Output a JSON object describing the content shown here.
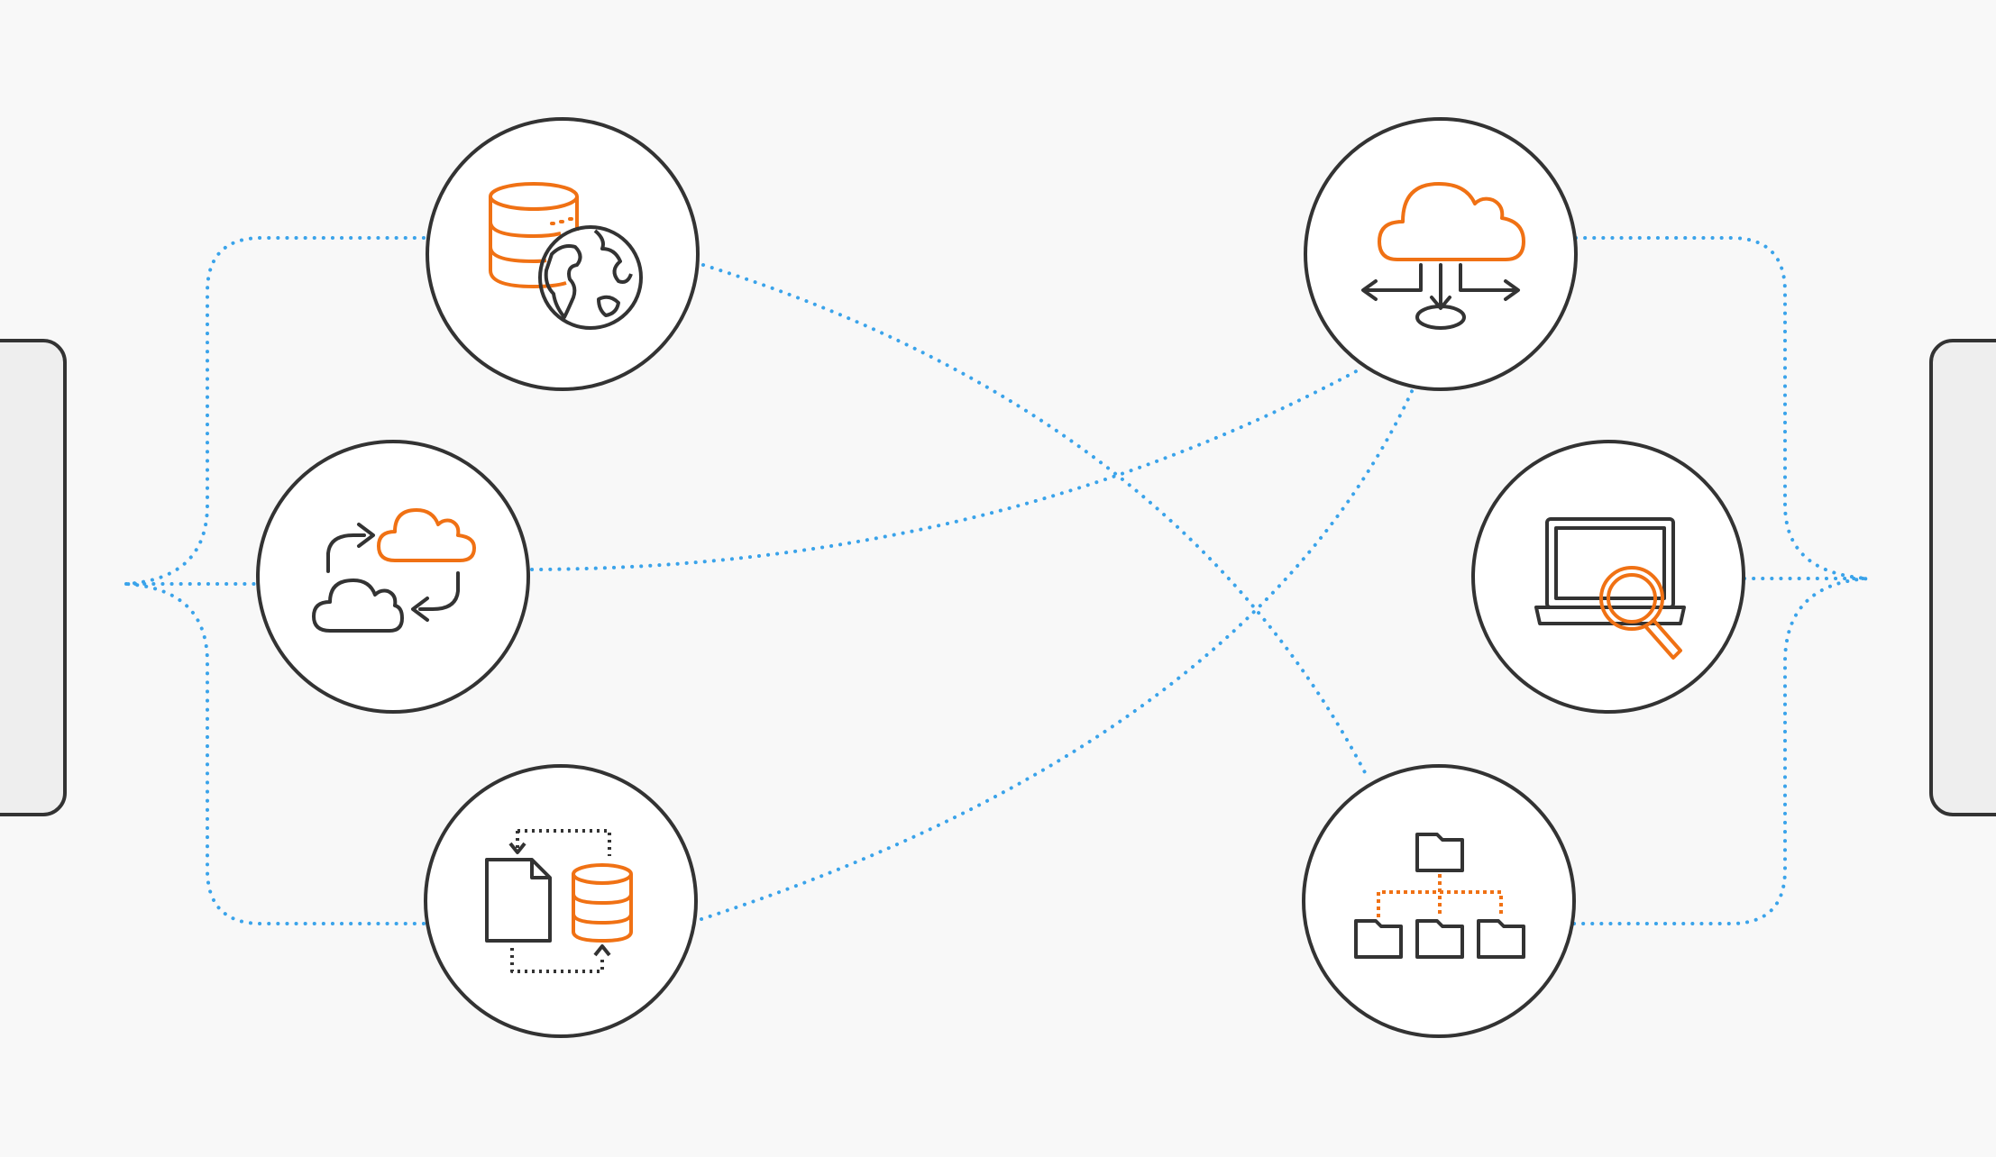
{
  "colors": {
    "background": "#f8f8f8",
    "connector": "#3aa3ea",
    "outline": "#333333",
    "accent": "#f07114",
    "side_panel_fill": "#eeeeee"
  },
  "side_panels": [
    {
      "id": "left-panel",
      "label": ""
    },
    {
      "id": "right-panel",
      "label": ""
    }
  ],
  "nodes": [
    {
      "id": "database-globe",
      "icon": "database-globe-icon",
      "label": ""
    },
    {
      "id": "cloud-sync",
      "icon": "cloud-sync-icon",
      "label": ""
    },
    {
      "id": "file-database-transfer",
      "icon": "file-database-transfer-icon",
      "label": ""
    },
    {
      "id": "cloud-distribute",
      "icon": "cloud-distribute-icon",
      "label": ""
    },
    {
      "id": "laptop-search",
      "icon": "laptop-search-icon",
      "label": ""
    },
    {
      "id": "folder-hierarchy",
      "icon": "folder-hierarchy-icon",
      "label": ""
    }
  ],
  "connections": [
    {
      "from": "left-panel",
      "to": "database-globe"
    },
    {
      "from": "left-panel",
      "to": "cloud-sync"
    },
    {
      "from": "left-panel",
      "to": "file-database-transfer"
    },
    {
      "from": "database-globe",
      "to": "folder-hierarchy"
    },
    {
      "from": "cloud-sync",
      "to": "cloud-distribute"
    },
    {
      "from": "file-database-transfer",
      "to": "cloud-distribute"
    },
    {
      "from": "cloud-distribute",
      "to": "right-panel"
    },
    {
      "from": "laptop-search",
      "to": "right-panel"
    },
    {
      "from": "folder-hierarchy",
      "to": "right-panel"
    }
  ]
}
